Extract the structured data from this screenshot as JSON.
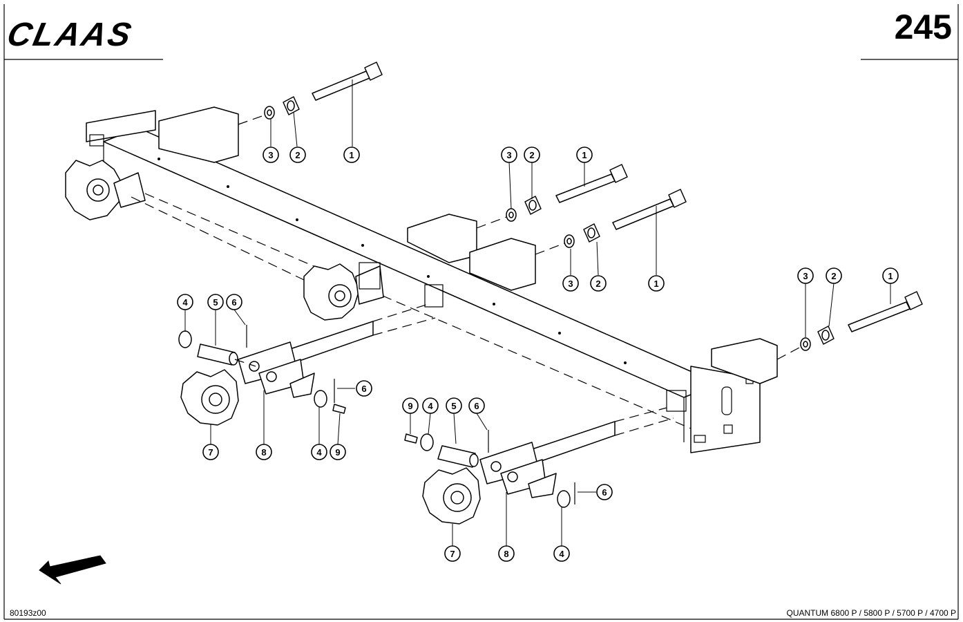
{
  "header": {
    "brand": "CLAAS",
    "page_number": "245"
  },
  "footer": {
    "drawing_id": "80193z00",
    "models": "QUANTUM 6800 P / 5800 P / 5700 P / 4700 P"
  },
  "callouts": [
    {
      "label": "3"
    },
    {
      "label": "2"
    },
    {
      "label": "1"
    },
    {
      "label": "3"
    },
    {
      "label": "2"
    },
    {
      "label": "1"
    },
    {
      "label": "3"
    },
    {
      "label": "2"
    },
    {
      "label": "1"
    },
    {
      "label": "3"
    },
    {
      "label": "2"
    },
    {
      "label": "1"
    },
    {
      "label": "4"
    },
    {
      "label": "5"
    },
    {
      "label": "6"
    },
    {
      "label": "6"
    },
    {
      "label": "7"
    },
    {
      "label": "8"
    },
    {
      "label": "4"
    },
    {
      "label": "9"
    },
    {
      "label": "9"
    },
    {
      "label": "4"
    },
    {
      "label": "5"
    },
    {
      "label": "6"
    },
    {
      "label": "6"
    },
    {
      "label": "7"
    },
    {
      "label": "8"
    },
    {
      "label": "4"
    }
  ]
}
